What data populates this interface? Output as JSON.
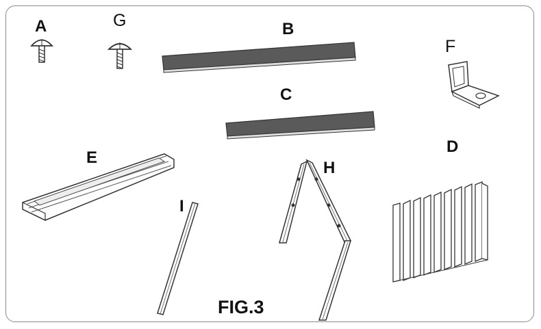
{
  "labels": {
    "a": "A",
    "g": "G",
    "b": "B",
    "c": "C",
    "f": "F",
    "e": "E",
    "d": "D",
    "h": "H",
    "i": "I"
  },
  "caption": "FIG.3",
  "colors": {
    "board": "#5a5a5a",
    "outline": "#333333",
    "frame_border": "#8a8a8a"
  },
  "icons": [
    "screw-icon",
    "screw-icon",
    "board-icon",
    "board-icon",
    "bracket-icon",
    "rail-icon",
    "slat-panel-icon",
    "frame-icon",
    "rod-icon"
  ]
}
